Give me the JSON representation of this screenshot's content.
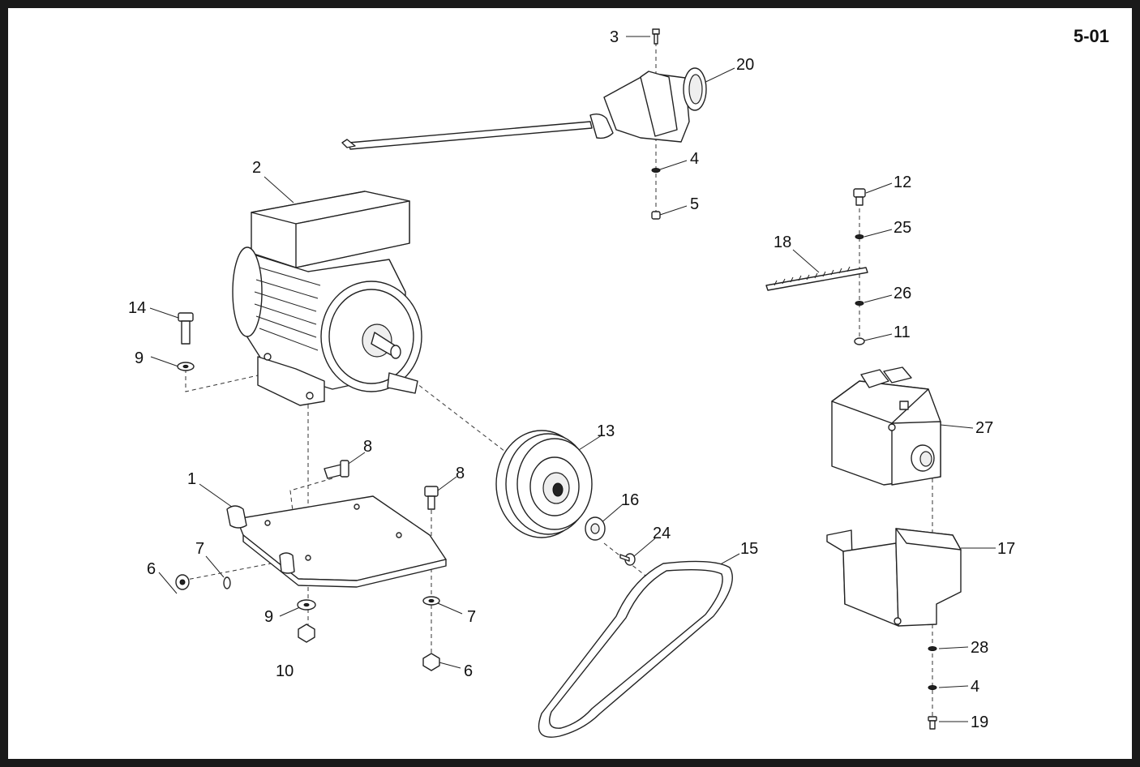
{
  "page_number": "5-01",
  "callouts": [
    {
      "id": "c3",
      "label": "3"
    },
    {
      "id": "c20",
      "label": "20"
    },
    {
      "id": "c4a",
      "label": "4"
    },
    {
      "id": "c5",
      "label": "5"
    },
    {
      "id": "c2",
      "label": "2"
    },
    {
      "id": "c12",
      "label": "12"
    },
    {
      "id": "c25",
      "label": "25"
    },
    {
      "id": "c18",
      "label": "18"
    },
    {
      "id": "c26",
      "label": "26"
    },
    {
      "id": "c11",
      "label": "11"
    },
    {
      "id": "c14",
      "label": "14"
    },
    {
      "id": "c9a",
      "label": "9"
    },
    {
      "id": "c13",
      "label": "13"
    },
    {
      "id": "c27",
      "label": "27"
    },
    {
      "id": "c8a",
      "label": "8"
    },
    {
      "id": "c8b",
      "label": "8"
    },
    {
      "id": "c1",
      "label": "1"
    },
    {
      "id": "c16",
      "label": "16"
    },
    {
      "id": "c24",
      "label": "24"
    },
    {
      "id": "c7a",
      "label": "7"
    },
    {
      "id": "c15",
      "label": "15"
    },
    {
      "id": "c17",
      "label": "17"
    },
    {
      "id": "c6a",
      "label": "6"
    },
    {
      "id": "c9b",
      "label": "9"
    },
    {
      "id": "c7b",
      "label": "7"
    },
    {
      "id": "c10",
      "label": "10"
    },
    {
      "id": "c6b",
      "label": "6"
    },
    {
      "id": "c28",
      "label": "28"
    },
    {
      "id": "c4b",
      "label": "4"
    },
    {
      "id": "c19",
      "label": "19"
    }
  ]
}
